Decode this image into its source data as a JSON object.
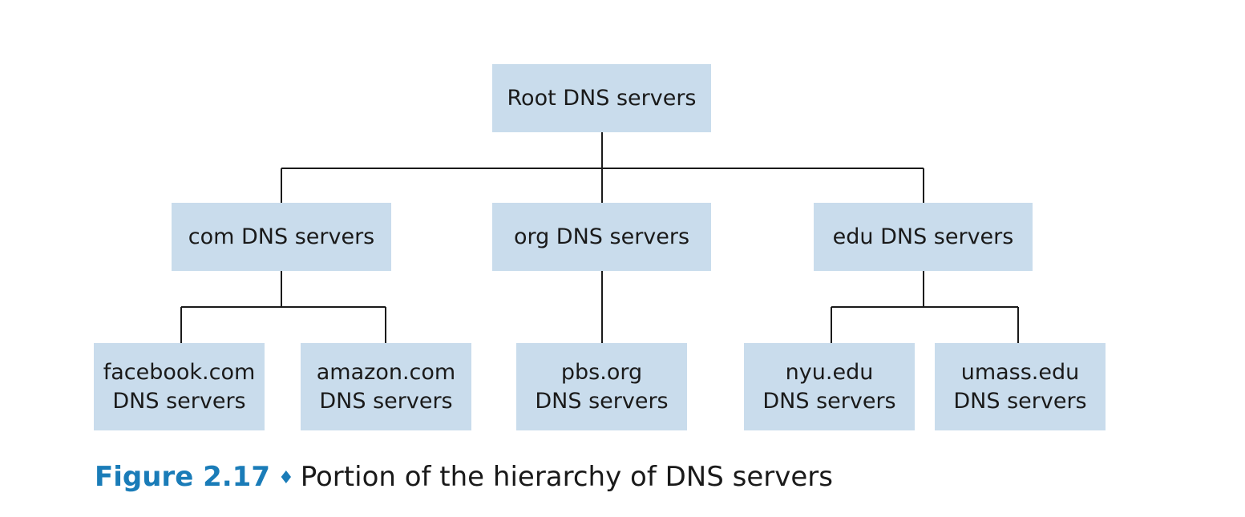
{
  "diagram": {
    "root": {
      "label": "Root DNS servers"
    },
    "tld": [
      {
        "id": "com",
        "label": "com DNS servers"
      },
      {
        "id": "org",
        "label": "org DNS servers"
      },
      {
        "id": "edu",
        "label": "edu DNS servers"
      }
    ],
    "authoritative": [
      {
        "parent": "com",
        "line1": "facebook.com",
        "line2": "DNS servers"
      },
      {
        "parent": "com",
        "line1": "amazon.com",
        "line2": "DNS servers"
      },
      {
        "parent": "org",
        "line1": "pbs.org",
        "line2": "DNS servers"
      },
      {
        "parent": "edu",
        "line1": "nyu.edu",
        "line2": "DNS servers"
      },
      {
        "parent": "edu",
        "line1": "umass.edu",
        "line2": "DNS servers"
      }
    ]
  },
  "caption": {
    "figure_number": "Figure 2.17",
    "separator": "♦",
    "text": "Portion of the hierarchy of DNS servers"
  },
  "colors": {
    "box_fill": "#c9dcec",
    "line": "#1a1a1a",
    "caption_accent": "#1a7cb8"
  }
}
